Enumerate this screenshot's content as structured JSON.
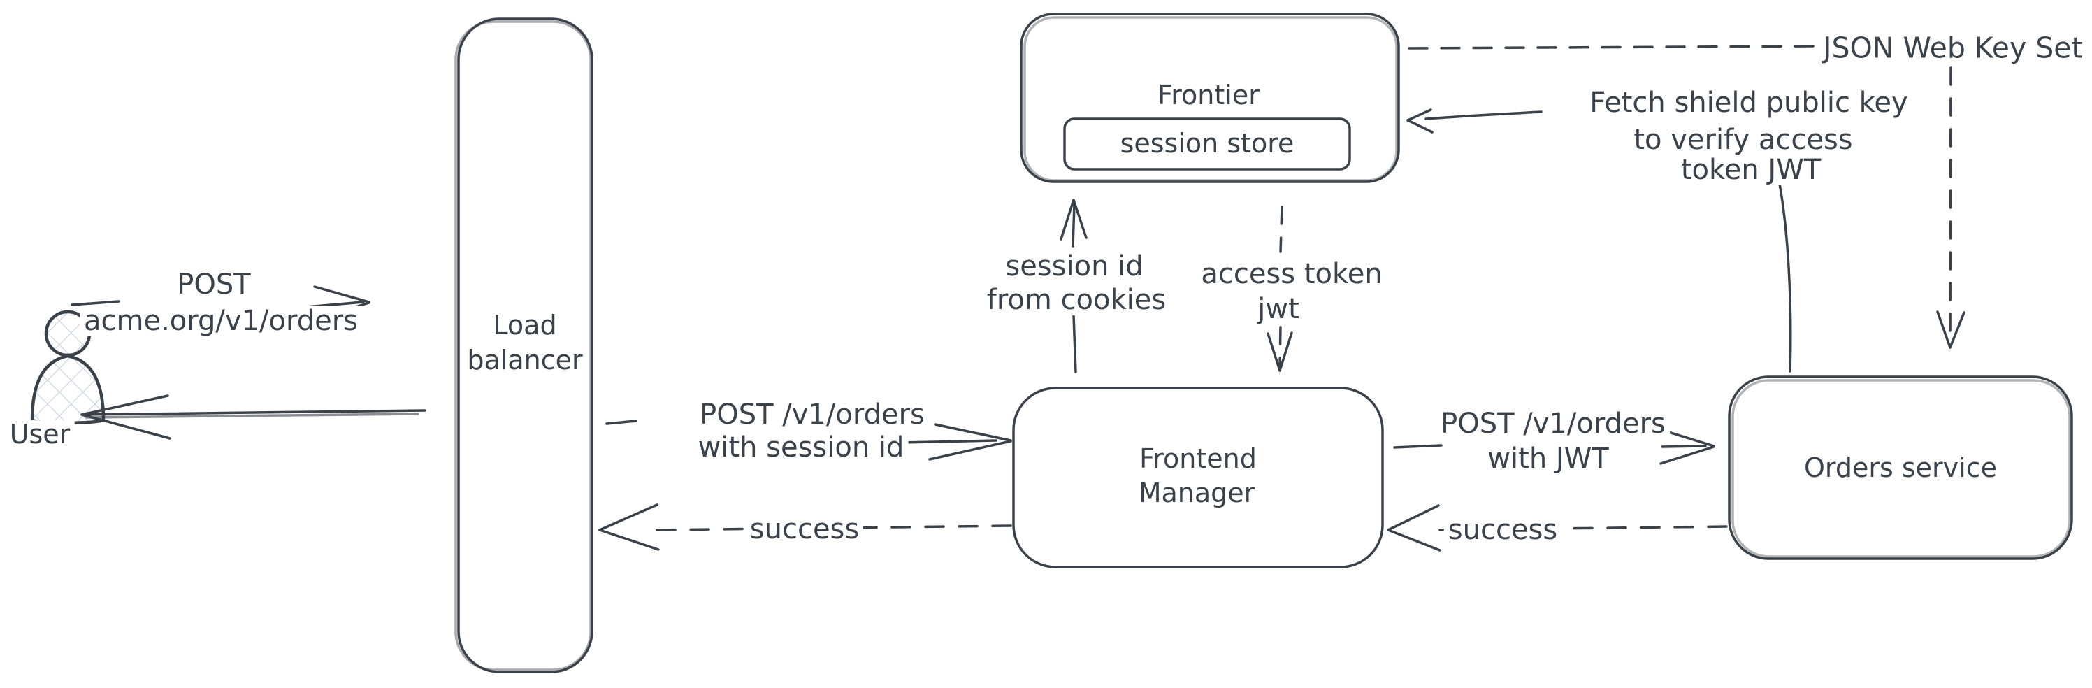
{
  "canvas": {
    "ink_color": "#3b4149",
    "hatch_color": "#c9d1dc",
    "background": "#ffffff"
  },
  "nodes": {
    "user": {
      "label": "User",
      "icon": "person-icon"
    },
    "load_balancer": {
      "line1": "Load",
      "line2": "balancer"
    },
    "frontier": {
      "label": "Frontier"
    },
    "session_store": {
      "label": "session store"
    },
    "frontend_manager": {
      "line1": "Frontend",
      "line2": "Manager"
    },
    "orders_service": {
      "label": "Orders service"
    }
  },
  "edges": {
    "user_to_lb": {
      "line1": "POST",
      "line2": "acme.org/v1/orders"
    },
    "lb_to_fm": {
      "line1": "POST /v1/orders",
      "line2": "with session id"
    },
    "fm_to_lb_success": {
      "label": "success"
    },
    "fm_to_frontier": {
      "line1": "session id",
      "line2": "from cookies"
    },
    "store_to_fm": {
      "line1": "access token",
      "line2": "jwt"
    },
    "fm_to_orders": {
      "line1": "POST /v1/orders",
      "line2": "with JWT"
    },
    "orders_to_fm_success": {
      "label": "success"
    },
    "orders_to_frontier": {
      "line1": "Fetch shield public key",
      "line2": "to verify access",
      "line3": "token JWT"
    },
    "jwks": {
      "label": "JSON Web Key Set"
    }
  }
}
